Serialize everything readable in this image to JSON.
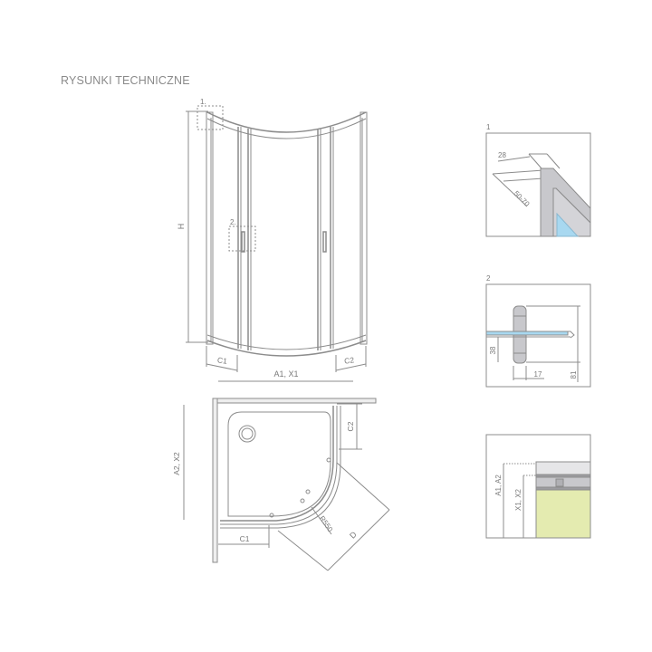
{
  "page": {
    "title": "RYSUNKI TECHNICZNE"
  },
  "front_view": {
    "callout_1": "1.",
    "callout_2": "2.",
    "height_label": "H",
    "left_panel_label": "C1",
    "right_panel_label": "C2",
    "width_label": "A1, X1"
  },
  "plan_view": {
    "depth_label": "A2, X2",
    "c1_label": "C1",
    "c2_label": "C2",
    "radius_label": "R550",
    "entry_label": "D"
  },
  "detail_1": {
    "number": "1",
    "dim_a": "28",
    "dim_b": "50-70"
  },
  "detail_2": {
    "number": "2",
    "dim_a": "38",
    "dim_b": "17",
    "dim_c": "81"
  },
  "detail_3": {
    "outer_label": "A1, A2",
    "inner_label": "X1, X2"
  },
  "colors": {
    "line": "#8c8c8c",
    "glass": "#a8d8f0",
    "tray": "#e4ebb0",
    "profile": "#c8c8cc",
    "title": "#8a8a8a"
  }
}
